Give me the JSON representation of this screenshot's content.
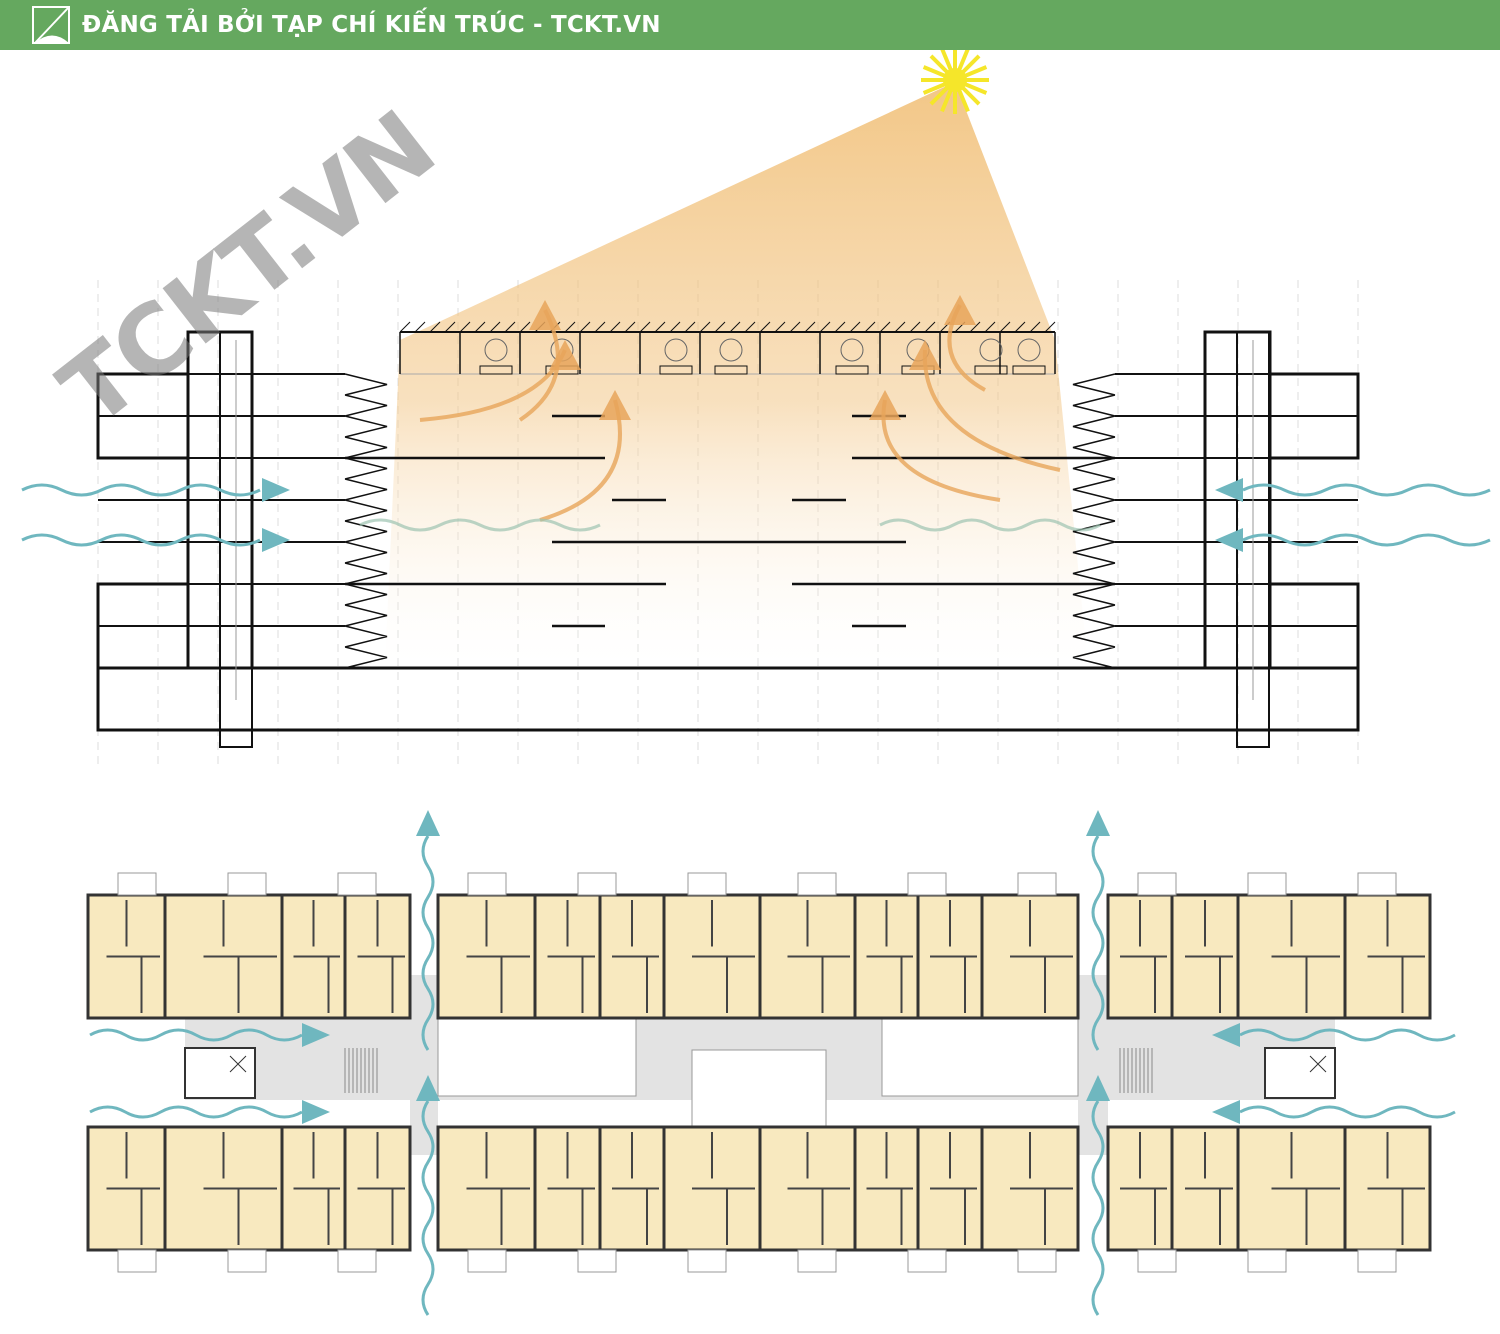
{
  "header": {
    "title": "ĐĂNG TẢI BỞI TẠP CHÍ KIẾN TRÚC - TCKT.VN",
    "logo_icon": "tckt-logo-icon"
  },
  "watermark": "TCKT.VN",
  "colors": {
    "header_bg": "#65a85f",
    "sun": "#f5e62a",
    "light": "#eeb45f",
    "wind": "#6fb7bf",
    "unit_fill": "#f8e9bf",
    "corridor": "#e3e3e3"
  },
  "diagrams": [
    "section-sunlight-ventilation",
    "floor-plan-cross-ventilation"
  ]
}
